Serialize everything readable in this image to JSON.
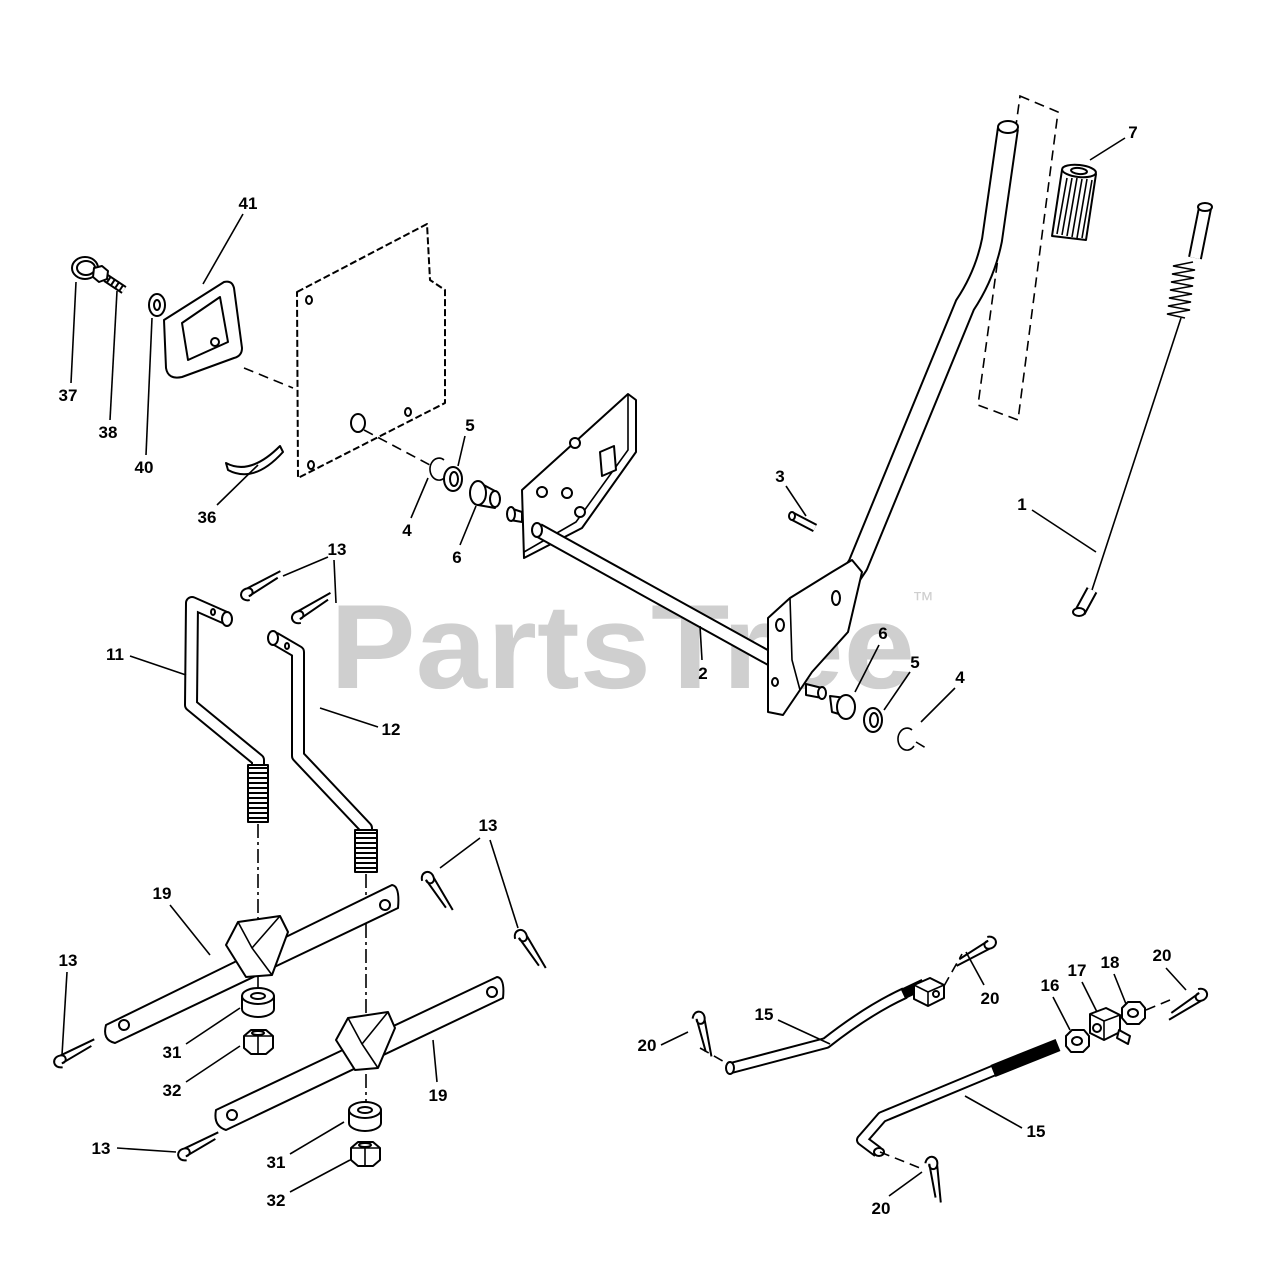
{
  "colors": {
    "ink": "#000000",
    "watermark": "#cfcfcf",
    "background": "#ffffff"
  },
  "watermark": {
    "brand": "PartsTree",
    "trademark": "™"
  },
  "callouts": [
    "41",
    "37",
    "38",
    "40",
    "36",
    "5",
    "4",
    "6",
    "3",
    "7",
    "1",
    "13",
    "11",
    "12",
    "2",
    "6",
    "5",
    "4",
    "13",
    "19",
    "13",
    "31",
    "32",
    "19",
    "13",
    "31",
    "32",
    "15",
    "20",
    "20",
    "16",
    "17",
    "18",
    "20",
    "15",
    "20"
  ]
}
